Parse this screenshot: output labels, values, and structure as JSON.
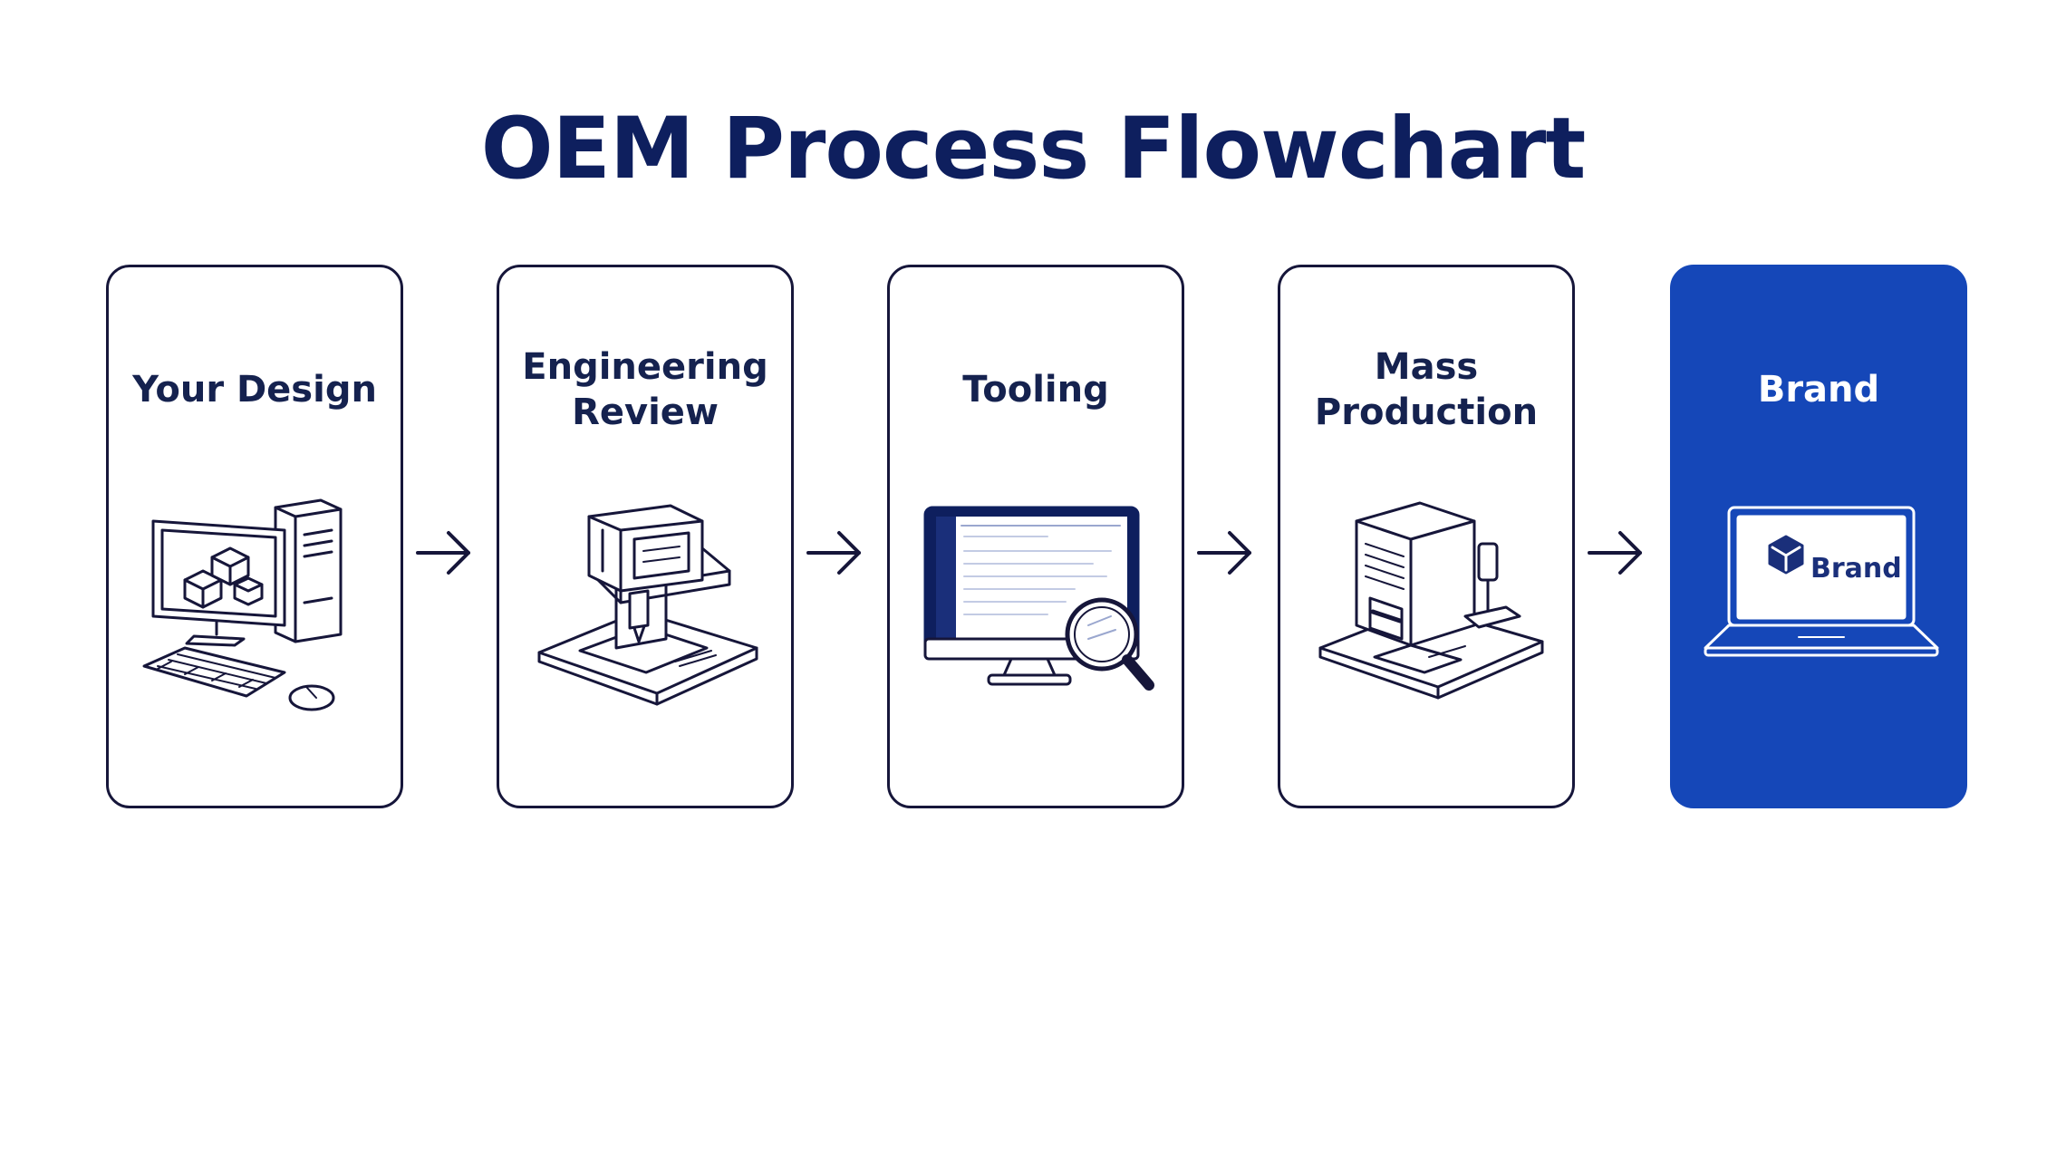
{
  "title": "OEM Process Flowchart",
  "steps": [
    {
      "label": "Your Design",
      "icon": "computer-workstation-icon"
    },
    {
      "label": "Engineering\nReview",
      "icon": "engineering-machine-icon"
    },
    {
      "label": "Tooling",
      "icon": "monitor-magnifier-icon"
    },
    {
      "label": "Mass\nProduction",
      "icon": "factory-machine-icon"
    },
    {
      "label": "Brand",
      "icon": "laptop-brand-icon",
      "screen_text": "Brand"
    }
  ],
  "colors": {
    "title": "#0e1f5e",
    "text": "#15224f",
    "border": "#16163a",
    "accent": "#1547b8",
    "highlight_text": "#ffffff"
  }
}
